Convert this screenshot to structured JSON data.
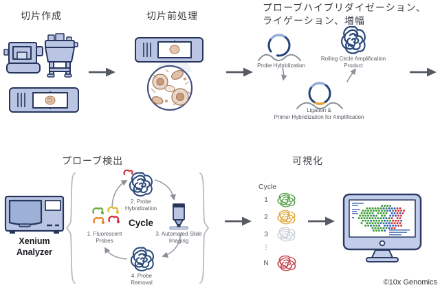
{
  "steps": {
    "s1_title": "切片作成",
    "s2_title": "切片前処理",
    "s3_title_l1": "プローブハイブリダイゼーション、",
    "s3_title_l2": "ライゲーション、増幅",
    "s4_title": "プローブ検出",
    "s5_title": "可視化"
  },
  "hybridization": {
    "probe_label": "Probe Hybridization",
    "rca_l1": "Rolling Circle Amplification",
    "rca_l2": "Product",
    "ligation_l1": "Ligation &",
    "ligation_l2": "Primer Hybridization for Amplification"
  },
  "analyzer": {
    "name_l1": "Xenium",
    "name_l2": "Analyzer"
  },
  "cycle": {
    "center_label": "Cycle",
    "step1_l1": "1. Fluorescent",
    "step1_l2": "Probes",
    "step2_l1": "2. Probe",
    "step2_l2": "Hybridization",
    "step3_l1": "3. Automated Slide",
    "step3_l2": "Imaging",
    "step4_l1": "4. Probe",
    "step4_l2": "Removal"
  },
  "visualization": {
    "column_header": "Cycle",
    "rows": [
      {
        "label": "1",
        "ball_color": "#55a147"
      },
      {
        "label": "2",
        "ball_color": "#e0a73c"
      },
      {
        "label": "3",
        "ball_color": "#c7ced5"
      },
      {
        "label": "⋮",
        "ball_color": ""
      },
      {
        "label": "N",
        "ball_color": "#c4414c"
      }
    ]
  },
  "copyright": "©10x Genomics",
  "colors": {
    "device_fill": "#b9c5e3",
    "device_outline": "#27355c",
    "tangle_navy": "#2c4a7c",
    "probe_green": "#6cae44",
    "probe_yellow": "#e9b83c",
    "probe_orange": "#e2862e",
    "probe_red": "#d2333e",
    "dot_green": "#3f9c3a",
    "dot_blue": "#3b62c4",
    "dot_red": "#cf3a3a",
    "arrow_gray": "#565b63"
  }
}
